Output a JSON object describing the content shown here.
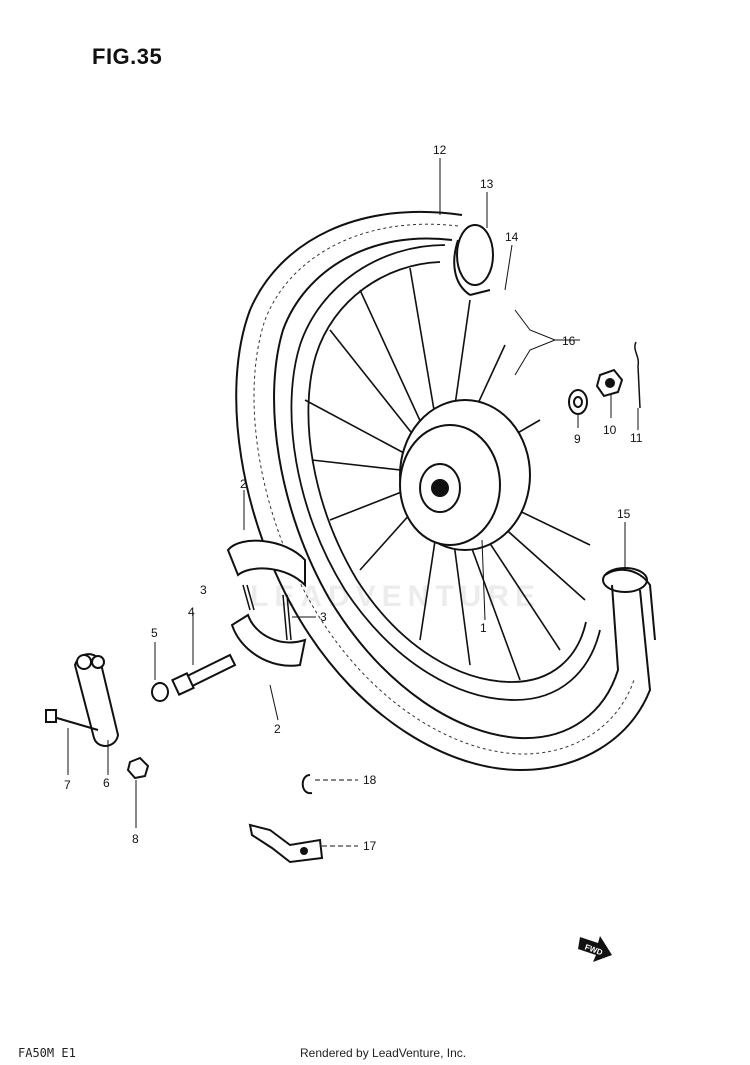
{
  "figure": {
    "title": "FIG.35",
    "model_code": "FA50M E1",
    "credit": "Rendered by LeadVenture, Inc.",
    "watermark": "LEADVENTURE",
    "direction_label": "FWD"
  },
  "callouts": [
    {
      "id": "callout-12",
      "label": "12",
      "part": "tire"
    },
    {
      "id": "callout-13",
      "label": "13",
      "part": "tube"
    },
    {
      "id": "callout-14",
      "label": "14",
      "part": "rim-band"
    },
    {
      "id": "callout-16",
      "label": "16",
      "part": "spoke-set"
    },
    {
      "id": "callout-11",
      "label": "11",
      "part": "cotter-pin"
    },
    {
      "id": "callout-10",
      "label": "10",
      "part": "axle-nut"
    },
    {
      "id": "callout-9",
      "label": "9",
      "part": "washer"
    },
    {
      "id": "callout-15",
      "label": "15",
      "part": "tire-section"
    },
    {
      "id": "callout-1",
      "label": "1",
      "part": "hub"
    },
    {
      "id": "callout-2a",
      "label": "2",
      "part": "brake-shoe-upper"
    },
    {
      "id": "callout-2b",
      "label": "2",
      "part": "brake-shoe-lower"
    },
    {
      "id": "callout-3a",
      "label": "3",
      "part": "shoe-spring-upper"
    },
    {
      "id": "callout-3b",
      "label": "3",
      "part": "shoe-spring-lower"
    },
    {
      "id": "callout-4",
      "label": "4",
      "part": "brake-cam"
    },
    {
      "id": "callout-5",
      "label": "5",
      "part": "o-ring"
    },
    {
      "id": "callout-6",
      "label": "6",
      "part": "brake-cam-lever"
    },
    {
      "id": "callout-7",
      "label": "7",
      "part": "lever-bolt"
    },
    {
      "id": "callout-8",
      "label": "8",
      "part": "lever-nut"
    },
    {
      "id": "callout-17",
      "label": "17",
      "part": "clamp-bracket"
    },
    {
      "id": "callout-18",
      "label": "18",
      "part": "clip"
    }
  ]
}
